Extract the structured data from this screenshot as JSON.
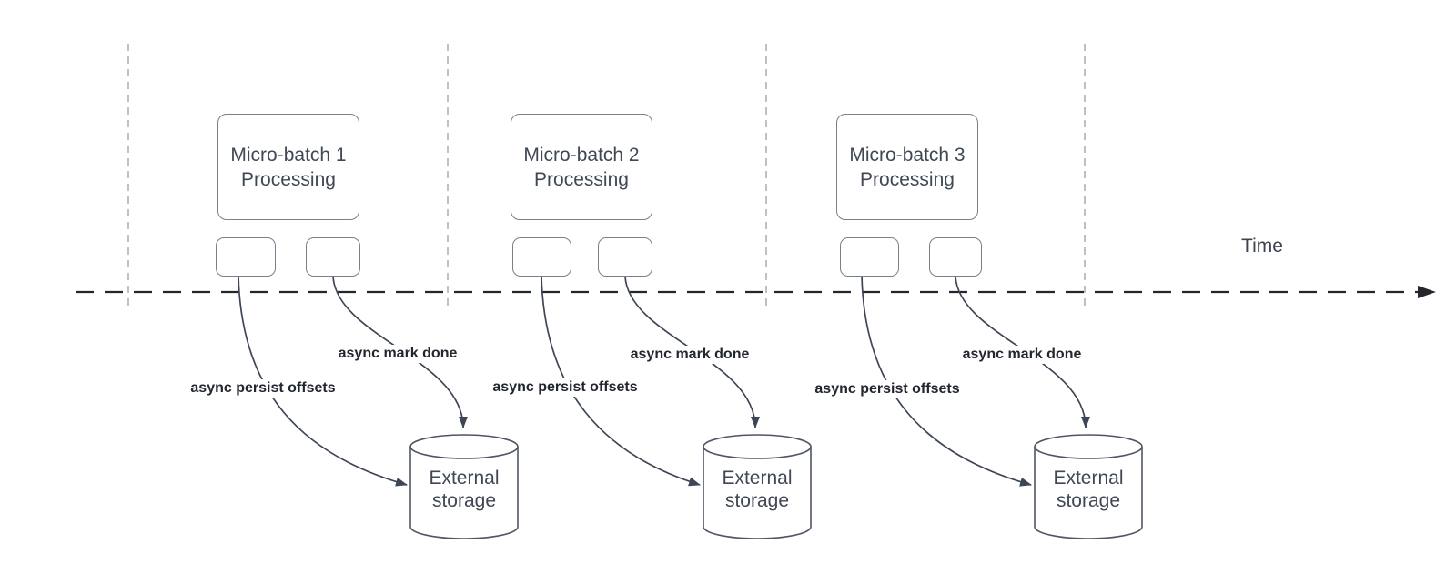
{
  "diagram": {
    "time_axis": {
      "label": "Time"
    },
    "groups": [
      {
        "box_label": "Micro-batch 1 Processing",
        "persist_label": "async persist offsets",
        "mark_done_label": "async mark done",
        "storage_label": "External storage"
      },
      {
        "box_label": "Micro-batch 2 Processing",
        "persist_label": "async persist offsets",
        "mark_done_label": "async mark done",
        "storage_label": "External storage"
      },
      {
        "box_label": "Micro-batch 3 Processing",
        "persist_label": "async persist offsets",
        "mark_done_label": "async mark done",
        "storage_label": "External storage"
      }
    ],
    "colors": {
      "shape_border": "#79808c",
      "cylinder_border": "#4e5665",
      "curve": "#3e4655",
      "timeline": "#23262b",
      "guide_line": "#a6a6a6",
      "shape_text": "#3f4854",
      "label_text": "#22262e"
    }
  }
}
